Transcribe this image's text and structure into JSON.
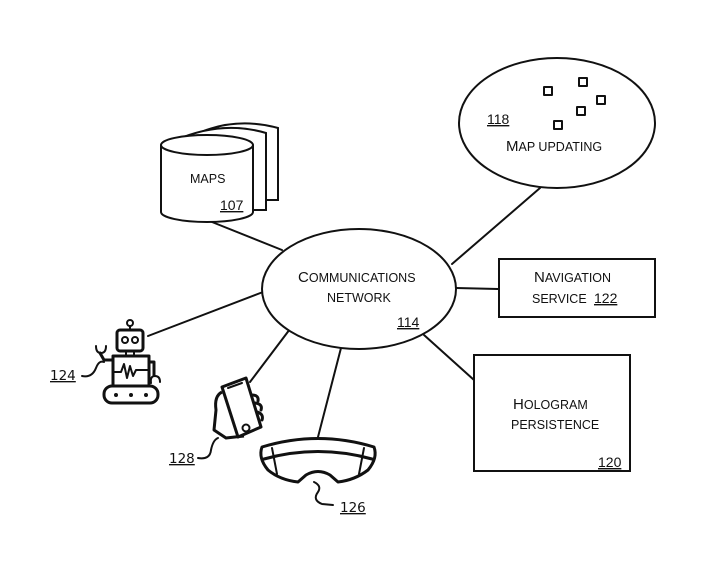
{
  "diagram": {
    "nodes": {
      "maps": {
        "label": "MAPS",
        "ref": "107",
        "shape": "stacked-cylinder"
      },
      "map_updating": {
        "label_first": "M",
        "label_rest": "AP UPDATING",
        "ref": "118",
        "shape": "ellipse",
        "marker_count": 5
      },
      "network": {
        "line1_first": "C",
        "line1_rest": "OMMUNICATIONS",
        "line2": "NETWORK",
        "ref": "114",
        "shape": "ellipse"
      },
      "navigation": {
        "line1_first": "N",
        "line1_rest": "AVIGATION",
        "line2": "SERVICE",
        "ref": "122",
        "shape": "rectangle"
      },
      "hologram": {
        "line1_first": "H",
        "line1_rest": "OLOGRAM",
        "line2": "PERSISTENCE",
        "ref": "120",
        "shape": "rectangle"
      },
      "robot": {
        "ref": "124",
        "icon": "robot-icon"
      },
      "phone": {
        "ref": "128",
        "icon": "hand-holding-phone-icon"
      },
      "headset": {
        "ref": "126",
        "icon": "mixed-reality-headset-icon"
      }
    },
    "edges": [
      {
        "from": "network",
        "to": "maps"
      },
      {
        "from": "network",
        "to": "map_updating"
      },
      {
        "from": "network",
        "to": "navigation"
      },
      {
        "from": "network",
        "to": "hologram"
      },
      {
        "from": "network",
        "to": "robot"
      },
      {
        "from": "network",
        "to": "phone"
      },
      {
        "from": "network",
        "to": "headset"
      }
    ]
  }
}
